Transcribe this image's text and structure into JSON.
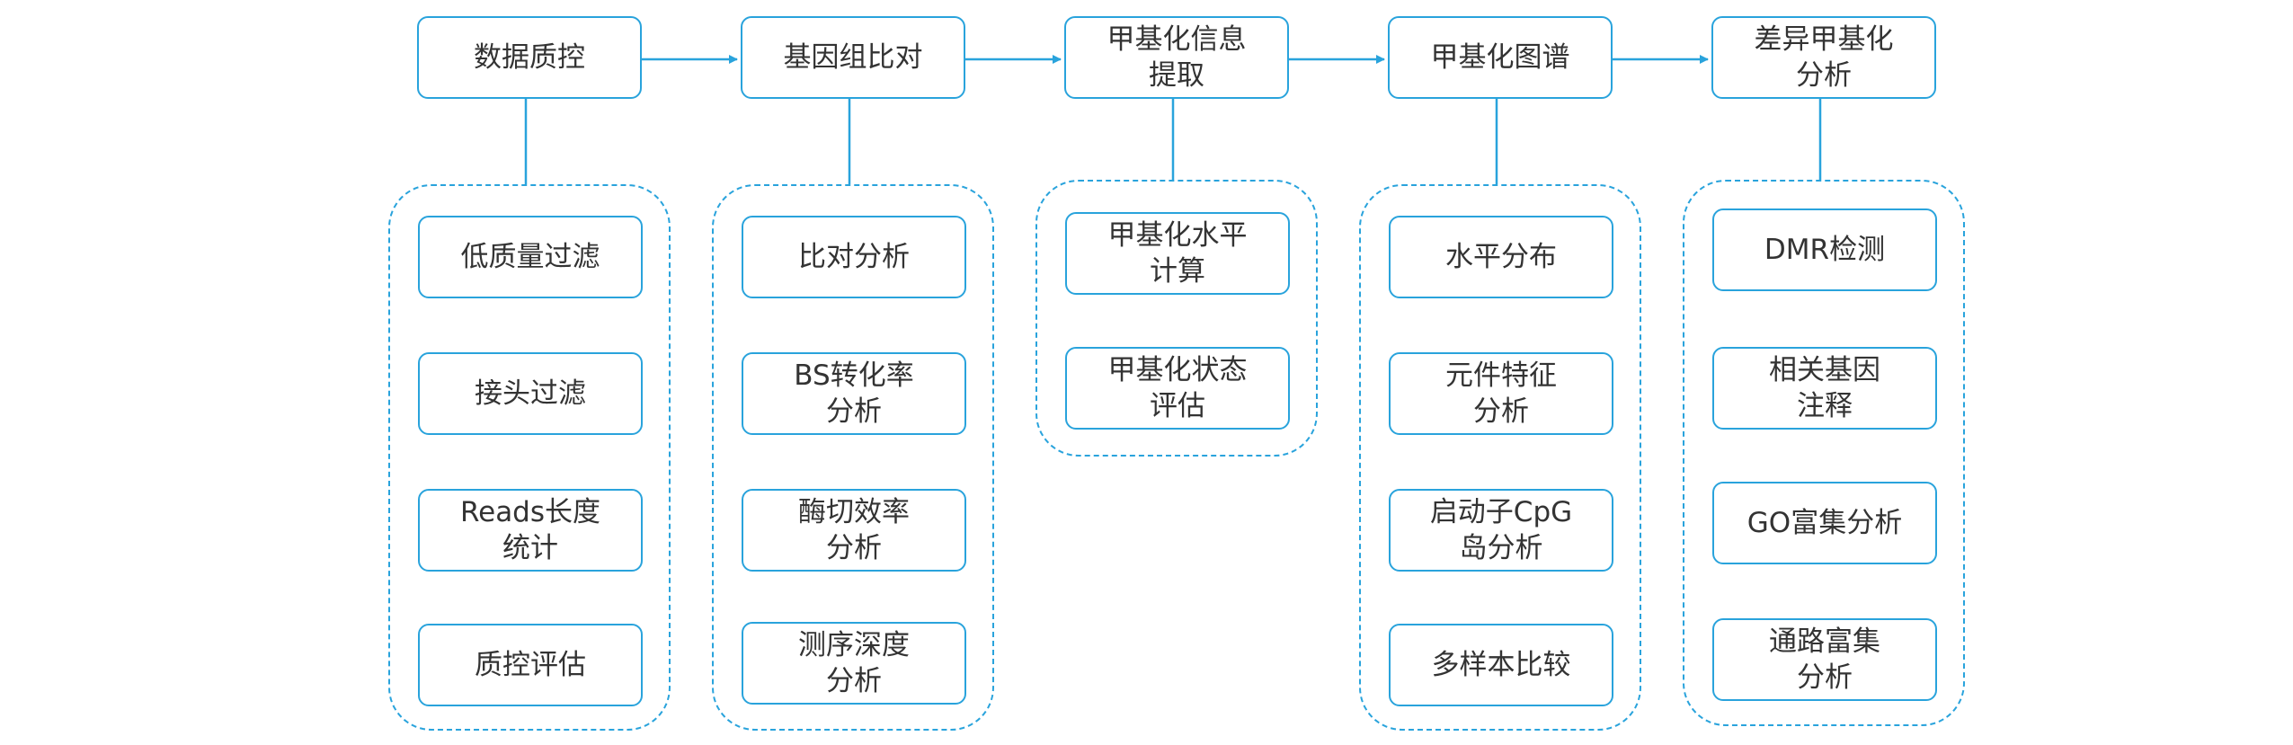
{
  "colors": {
    "accent": "#29a3dc",
    "text": "#333333"
  },
  "stages": [
    {
      "title": "数据质控",
      "steps": [
        "低质量过滤",
        "接头过滤",
        "Reads长度\n统计",
        "质控评估"
      ]
    },
    {
      "title": "基因组比对",
      "steps": [
        "比对分析",
        "BS转化率\n分析",
        "酶切效率\n分析",
        "测序深度\n分析"
      ]
    },
    {
      "title": "甲基化信息\n提取",
      "steps": [
        "甲基化水平\n计算",
        "甲基化状态\n评估"
      ]
    },
    {
      "title": "甲基化图谱",
      "steps": [
        "水平分布",
        "元件特征\n分析",
        "启动子CpG\n岛分析",
        "多样本比较"
      ]
    },
    {
      "title": "差异甲基化\n分析",
      "steps": [
        "DMR检测",
        "相关基因\n注释",
        "GO富集分析",
        "通路富集\n分析"
      ]
    }
  ]
}
